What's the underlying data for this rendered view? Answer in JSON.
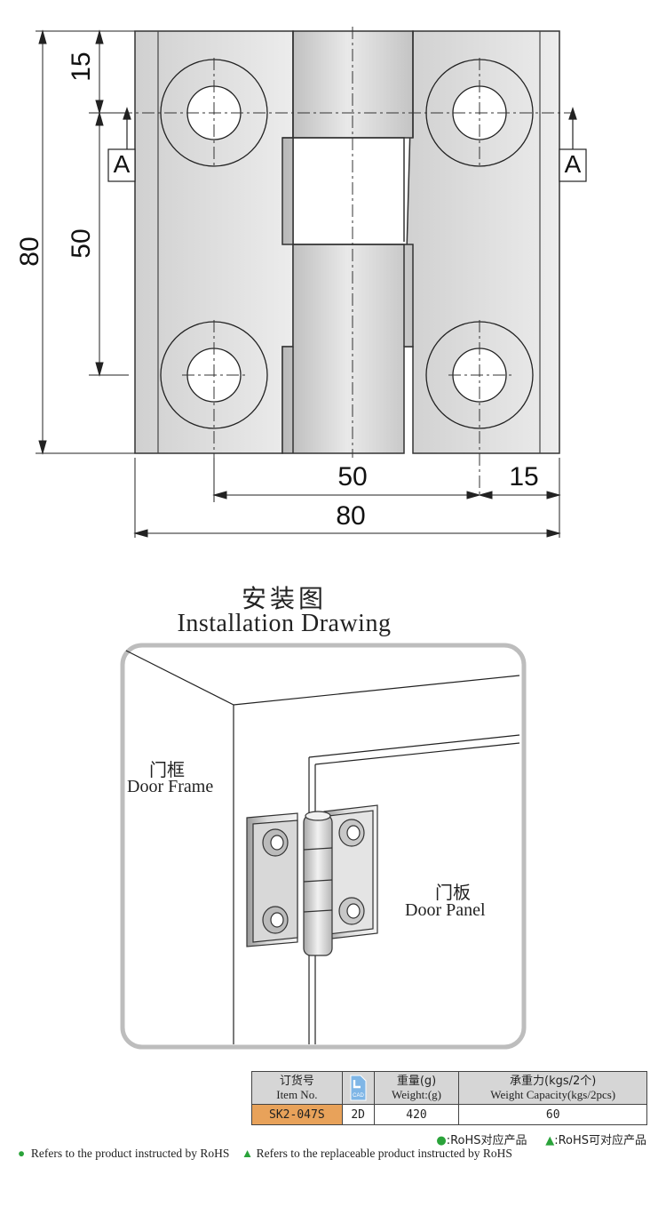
{
  "dimensions": {
    "top_offset": "15",
    "hole_spacing_v": "50",
    "total_height": "80",
    "hole_spacing_h": "50",
    "right_offset": "15",
    "total_width": "80",
    "section_marker": "A"
  },
  "installation": {
    "title_cn": "安装图",
    "title_en": "Installation Drawing",
    "door_frame_cn": "门框",
    "door_frame_en": "Door Frame",
    "door_panel_cn": "门板",
    "door_panel_en": "Door Panel"
  },
  "spec_table": {
    "headers": {
      "item_cn": "订货号",
      "item_en": "Item No.",
      "cad_label": "CAD",
      "weight_cn": "重量(g)",
      "weight_en": "Weight:(g)",
      "capacity_cn": "承重力(kgs/2个)",
      "capacity_en": "Weight Capacity(kgs/2pcs)"
    },
    "rows": [
      {
        "item": "SK2-047S",
        "cad": "2D",
        "weight": "420",
        "capacity": "60"
      }
    ]
  },
  "legend": {
    "rohs_cn": ":RoHS对应产品",
    "replaceable_cn": ":RoHS可对应产品",
    "rohs_en": "Refers to the product instructed by RoHS",
    "replaceable_en": "Refers to the replaceable product instructed by RoHS",
    "colors": {
      "rohs": "#2aa33a",
      "cad_icon": "#7fb6e6",
      "item_cell": "#e8a25a",
      "header_cell": "#d6d6d6"
    }
  }
}
